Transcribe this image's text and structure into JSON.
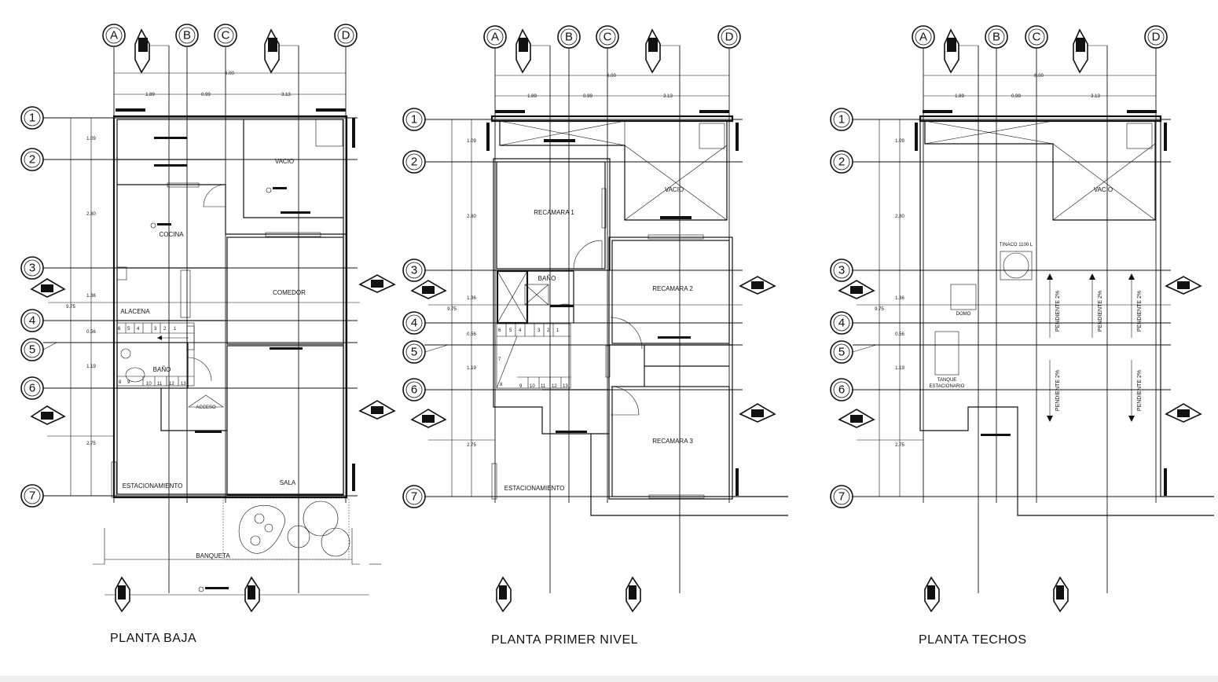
{
  "colors": {
    "line": "#111111",
    "background": "#ffffff"
  },
  "plans": [
    {
      "title": "PLANTA BAJA",
      "cols": [
        "A",
        "B",
        "C",
        "D"
      ],
      "rows": [
        "1",
        "2",
        "3",
        "4",
        "5",
        "6",
        "7"
      ],
      "dims": {
        "total_width": "6.00",
        "w1": "1.89",
        "w2": "0.99",
        "w3": "3.13",
        "total_height": "9.75",
        "h1": "1.09",
        "h2": "2.80",
        "h3": "1.36",
        "h4": "0.56",
        "h5": "1.19",
        "h6": "2.75"
      },
      "rooms": {
        "vacio": "VACIO",
        "cocina": "COCINA",
        "comedor": "COMEDOR",
        "alacena": "ALACENA",
        "bano": "BAÑO",
        "acceso": "ACCESO",
        "sala": "SALA",
        "estacionamiento": "ESTACIONAMIENTO",
        "banqueta": "BANQUETA"
      },
      "stairs": [
        "6",
        "5",
        "4",
        "3",
        "2",
        "1",
        "8",
        "9",
        "10",
        "11",
        "12",
        "13"
      ]
    },
    {
      "title": "PLANTA PRIMER NIVEL",
      "cols": [
        "A",
        "B",
        "C",
        "D"
      ],
      "rows": [
        "1",
        "2",
        "3",
        "4",
        "5",
        "6",
        "7"
      ],
      "dims": {
        "total_width": "6.00",
        "w1": "1.89",
        "w2": "0.99",
        "w3": "3.13",
        "total_height": "9.75",
        "h1": "1.09",
        "h2": "2.80",
        "h3": "1.36",
        "h4": "0.56",
        "h5": "1.19",
        "h6": "2.75"
      },
      "rooms": {
        "vacio": "VACIO",
        "recamara1": "RECAMARA 1",
        "bano": "BAÑO",
        "recamara2": "RECAMARA 2",
        "recamara3": "RECAMARA 3",
        "estacionamiento": "ESTACIONAMIENTO"
      },
      "stairs": [
        "6",
        "5",
        "4",
        "3",
        "2",
        "1",
        "7",
        "8",
        "9",
        "10",
        "11",
        "12",
        "13"
      ]
    },
    {
      "title": "PLANTA TECHOS",
      "cols": [
        "A",
        "B",
        "C",
        "D"
      ],
      "rows": [
        "1",
        "2",
        "3",
        "4",
        "5",
        "6",
        "7"
      ],
      "dims": {
        "total_width": "6.00",
        "w1": "1.89",
        "w2": "0.99",
        "w3": "3.13",
        "total_height": "9.75",
        "h1": "1.09",
        "h2": "2.80",
        "h3": "1.36",
        "h4": "0.56",
        "h5": "1.19",
        "h6": "2.75"
      },
      "rooms": {
        "vacio": "VACIO",
        "tinaco": "TINACO 1100 L",
        "domo": "DOMO",
        "tanque1": "TANQUE",
        "tanque2": "ESTACIONARIO",
        "pendiente": "PENDIENTE 2%"
      }
    }
  ]
}
